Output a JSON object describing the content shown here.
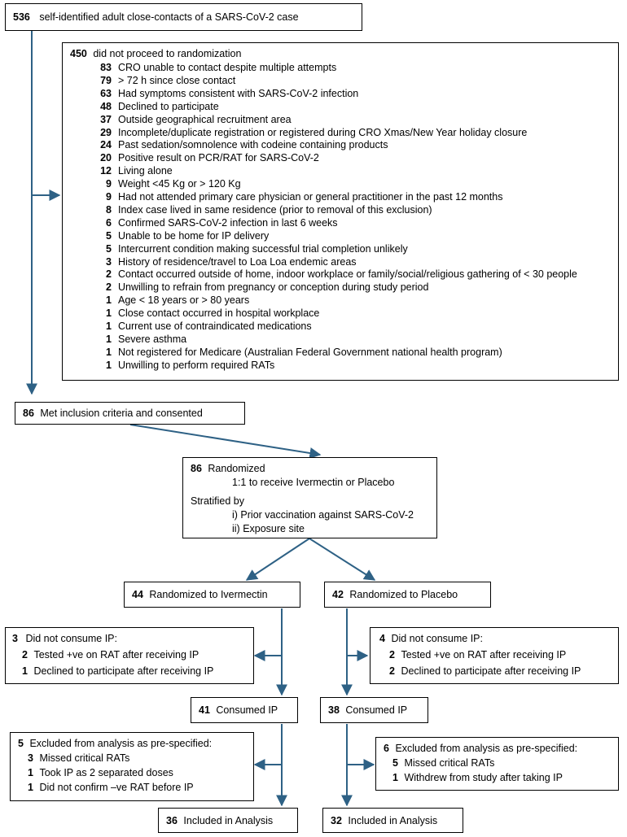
{
  "colors": {
    "arrow": "#2e6185",
    "box_border": "#000000",
    "text": "#000000"
  },
  "enrolled": {
    "count": "536",
    "label": "self-identified adult close-contacts of a SARS-CoV-2 case"
  },
  "excluded": {
    "count": "450",
    "label": "did not proceed to randomization",
    "reasons": [
      {
        "n": "83",
        "text": "CRO unable to contact despite multiple attempts"
      },
      {
        "n": "79",
        "text": "> 72 h since close contact"
      },
      {
        "n": "63",
        "text": "Had symptoms consistent with SARS-CoV-2 infection"
      },
      {
        "n": "48",
        "text": "Declined to participate"
      },
      {
        "n": "37",
        "text": "Outside geographical recruitment area"
      },
      {
        "n": "29",
        "text": "Incomplete/duplicate registration or registered during CRO Xmas/New Year holiday closure"
      },
      {
        "n": "24",
        "text": "Past sedation/somnolence with codeine containing products"
      },
      {
        "n": "20",
        "text": "Positive result on PCR/RAT for SARS-CoV-2"
      },
      {
        "n": "12",
        "text": "Living alone"
      },
      {
        "n": "9",
        "text": "Weight <45 Kg or > 120 Kg"
      },
      {
        "n": "9",
        "text": "Had not attended primary care physician or general practitioner in the past 12 months"
      },
      {
        "n": "8",
        "text": "Index case lived in same residence (prior to removal of this exclusion)"
      },
      {
        "n": "6",
        "text": "Confirmed SARS-CoV-2 infection in last 6 weeks"
      },
      {
        "n": "5",
        "text": "Unable to be home for IP delivery"
      },
      {
        "n": "5",
        "text": "Intercurrent condition making successful trial completion unlikely"
      },
      {
        "n": "3",
        "text": "History of residence/travel to Loa Loa endemic areas"
      },
      {
        "n": "2",
        "text": "Contact occurred outside of home, indoor workplace or family/social/religious gathering of < 30 people"
      },
      {
        "n": "2",
        "text": "Unwilling to refrain from pregnancy or conception during study period"
      },
      {
        "n": "1",
        "text": "Age < 18 years or > 80 years"
      },
      {
        "n": "1",
        "text": "Close contact occurred in hospital workplace"
      },
      {
        "n": "1",
        "text": "Current use of contraindicated medications"
      },
      {
        "n": "1",
        "text": "Severe asthma"
      },
      {
        "n": "1",
        "text": "Not registered for Medicare (Australian Federal Government national health program)"
      },
      {
        "n": "1",
        "text": "Unwilling to perform required RATs"
      }
    ]
  },
  "eligible": {
    "count": "86",
    "label": "Met inclusion criteria and consented"
  },
  "randomized": {
    "count": "86",
    "label": "Randomized",
    "ratio": "1:1 to receive Ivermectin or Placebo",
    "stratified_label": "Stratified by",
    "strata": [
      "i) Prior vaccination against SARS-CoV-2",
      "ii) Exposure site"
    ]
  },
  "ivermectin": {
    "allocated": {
      "count": "44",
      "label": "Randomized to Ivermectin"
    },
    "not_consumed": {
      "count": "3",
      "label": "Did not consume IP:",
      "items": [
        {
          "n": "2",
          "text": "Tested +ve on RAT after receiving IP"
        },
        {
          "n": "1",
          "text": "Declined to participate after receiving IP"
        }
      ]
    },
    "consumed": {
      "count": "41",
      "label": "Consumed IP"
    },
    "excluded": {
      "count": "5",
      "label": "Excluded from analysis as pre-specified:",
      "items": [
        {
          "n": "3",
          "text": "Missed critical RATs"
        },
        {
          "n": "1",
          "text": "Took IP as 2 separated doses"
        },
        {
          "n": "1",
          "text": "Did not confirm –ve RAT before IP"
        }
      ]
    },
    "analysed": {
      "count": "36",
      "label": "Included in Analysis"
    }
  },
  "placebo": {
    "allocated": {
      "count": "42",
      "label": "Randomized to Placebo"
    },
    "not_consumed": {
      "count": "4",
      "label": "Did not consume IP:",
      "items": [
        {
          "n": "2",
          "text": "Tested +ve on RAT after receiving IP"
        },
        {
          "n": "2",
          "text": "Declined to participate after receiving IP"
        }
      ]
    },
    "consumed": {
      "count": "38",
      "label": "Consumed IP"
    },
    "excluded": {
      "count": "6",
      "label": "Excluded from analysis as pre-specified:",
      "items": [
        {
          "n": "5",
          "text": "Missed critical RATs"
        },
        {
          "n": "1",
          "text": "Withdrew from study after taking IP"
        }
      ]
    },
    "analysed": {
      "count": "32",
      "label": "Included in Analysis"
    }
  }
}
